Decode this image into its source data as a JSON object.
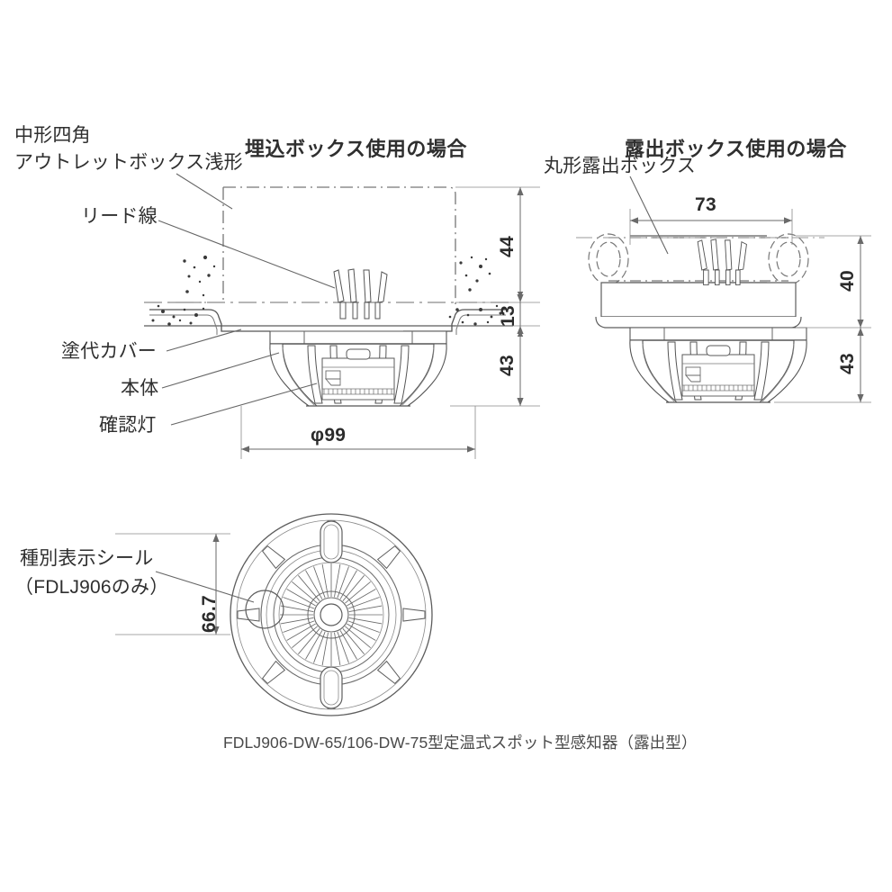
{
  "document": {
    "type": "technical-dimensional-drawing",
    "background_color": "#ffffff",
    "line_color": "#4a4a4a",
    "text_color": "#2f2f2f"
  },
  "headings": {
    "embedded_box_case": "埋込ボックス使用の場合",
    "exposed_box_case": "露出ボックス使用の場合"
  },
  "labels": {
    "outlet_box_line1": "中形四角",
    "outlet_box_line2": "アウトレットボックス浅形",
    "lead_wire": "リード線",
    "paint_cover": "塗代カバー",
    "main_body": "本体",
    "indicator_lamp": "確認灯",
    "round_exposed_box": "丸形露出ボックス",
    "type_label_line1": "種別表示シール",
    "type_label_line2": "（FDLJ906のみ）"
  },
  "dimensions": {
    "embedded": {
      "box_depth": "44",
      "cover_thickness": "13",
      "body_height": "43",
      "diameter": "φ99"
    },
    "exposed": {
      "box_width": "73",
      "box_height": "40",
      "body_height": "43"
    },
    "plan": {
      "seal_offset": "66.7"
    }
  },
  "caption": {
    "model": "FDLJ906-DW-65/106-DW-75型定温式スポット型感知器（露出型）"
  }
}
